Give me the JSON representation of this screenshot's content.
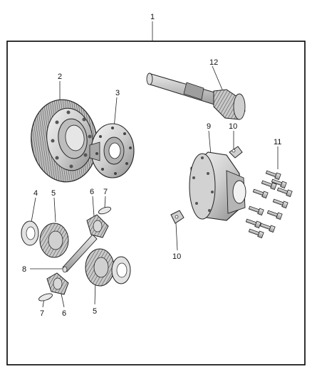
{
  "diagram": {
    "callouts": [
      {
        "id": "c1",
        "text": "1"
      },
      {
        "id": "c2",
        "text": "2"
      },
      {
        "id": "c3",
        "text": "3"
      },
      {
        "id": "c4",
        "text": "4"
      },
      {
        "id": "c5a",
        "text": "5"
      },
      {
        "id": "c5b",
        "text": "5"
      },
      {
        "id": "c6a",
        "text": "6"
      },
      {
        "id": "c6b",
        "text": "6"
      },
      {
        "id": "c7a",
        "text": "7"
      },
      {
        "id": "c7b",
        "text": "7"
      },
      {
        "id": "c8",
        "text": "8"
      },
      {
        "id": "c9",
        "text": "9"
      },
      {
        "id": "c10a",
        "text": "10"
      },
      {
        "id": "c10b",
        "text": "10"
      },
      {
        "id": "c11",
        "text": "11"
      },
      {
        "id": "c12",
        "text": "12"
      }
    ]
  }
}
